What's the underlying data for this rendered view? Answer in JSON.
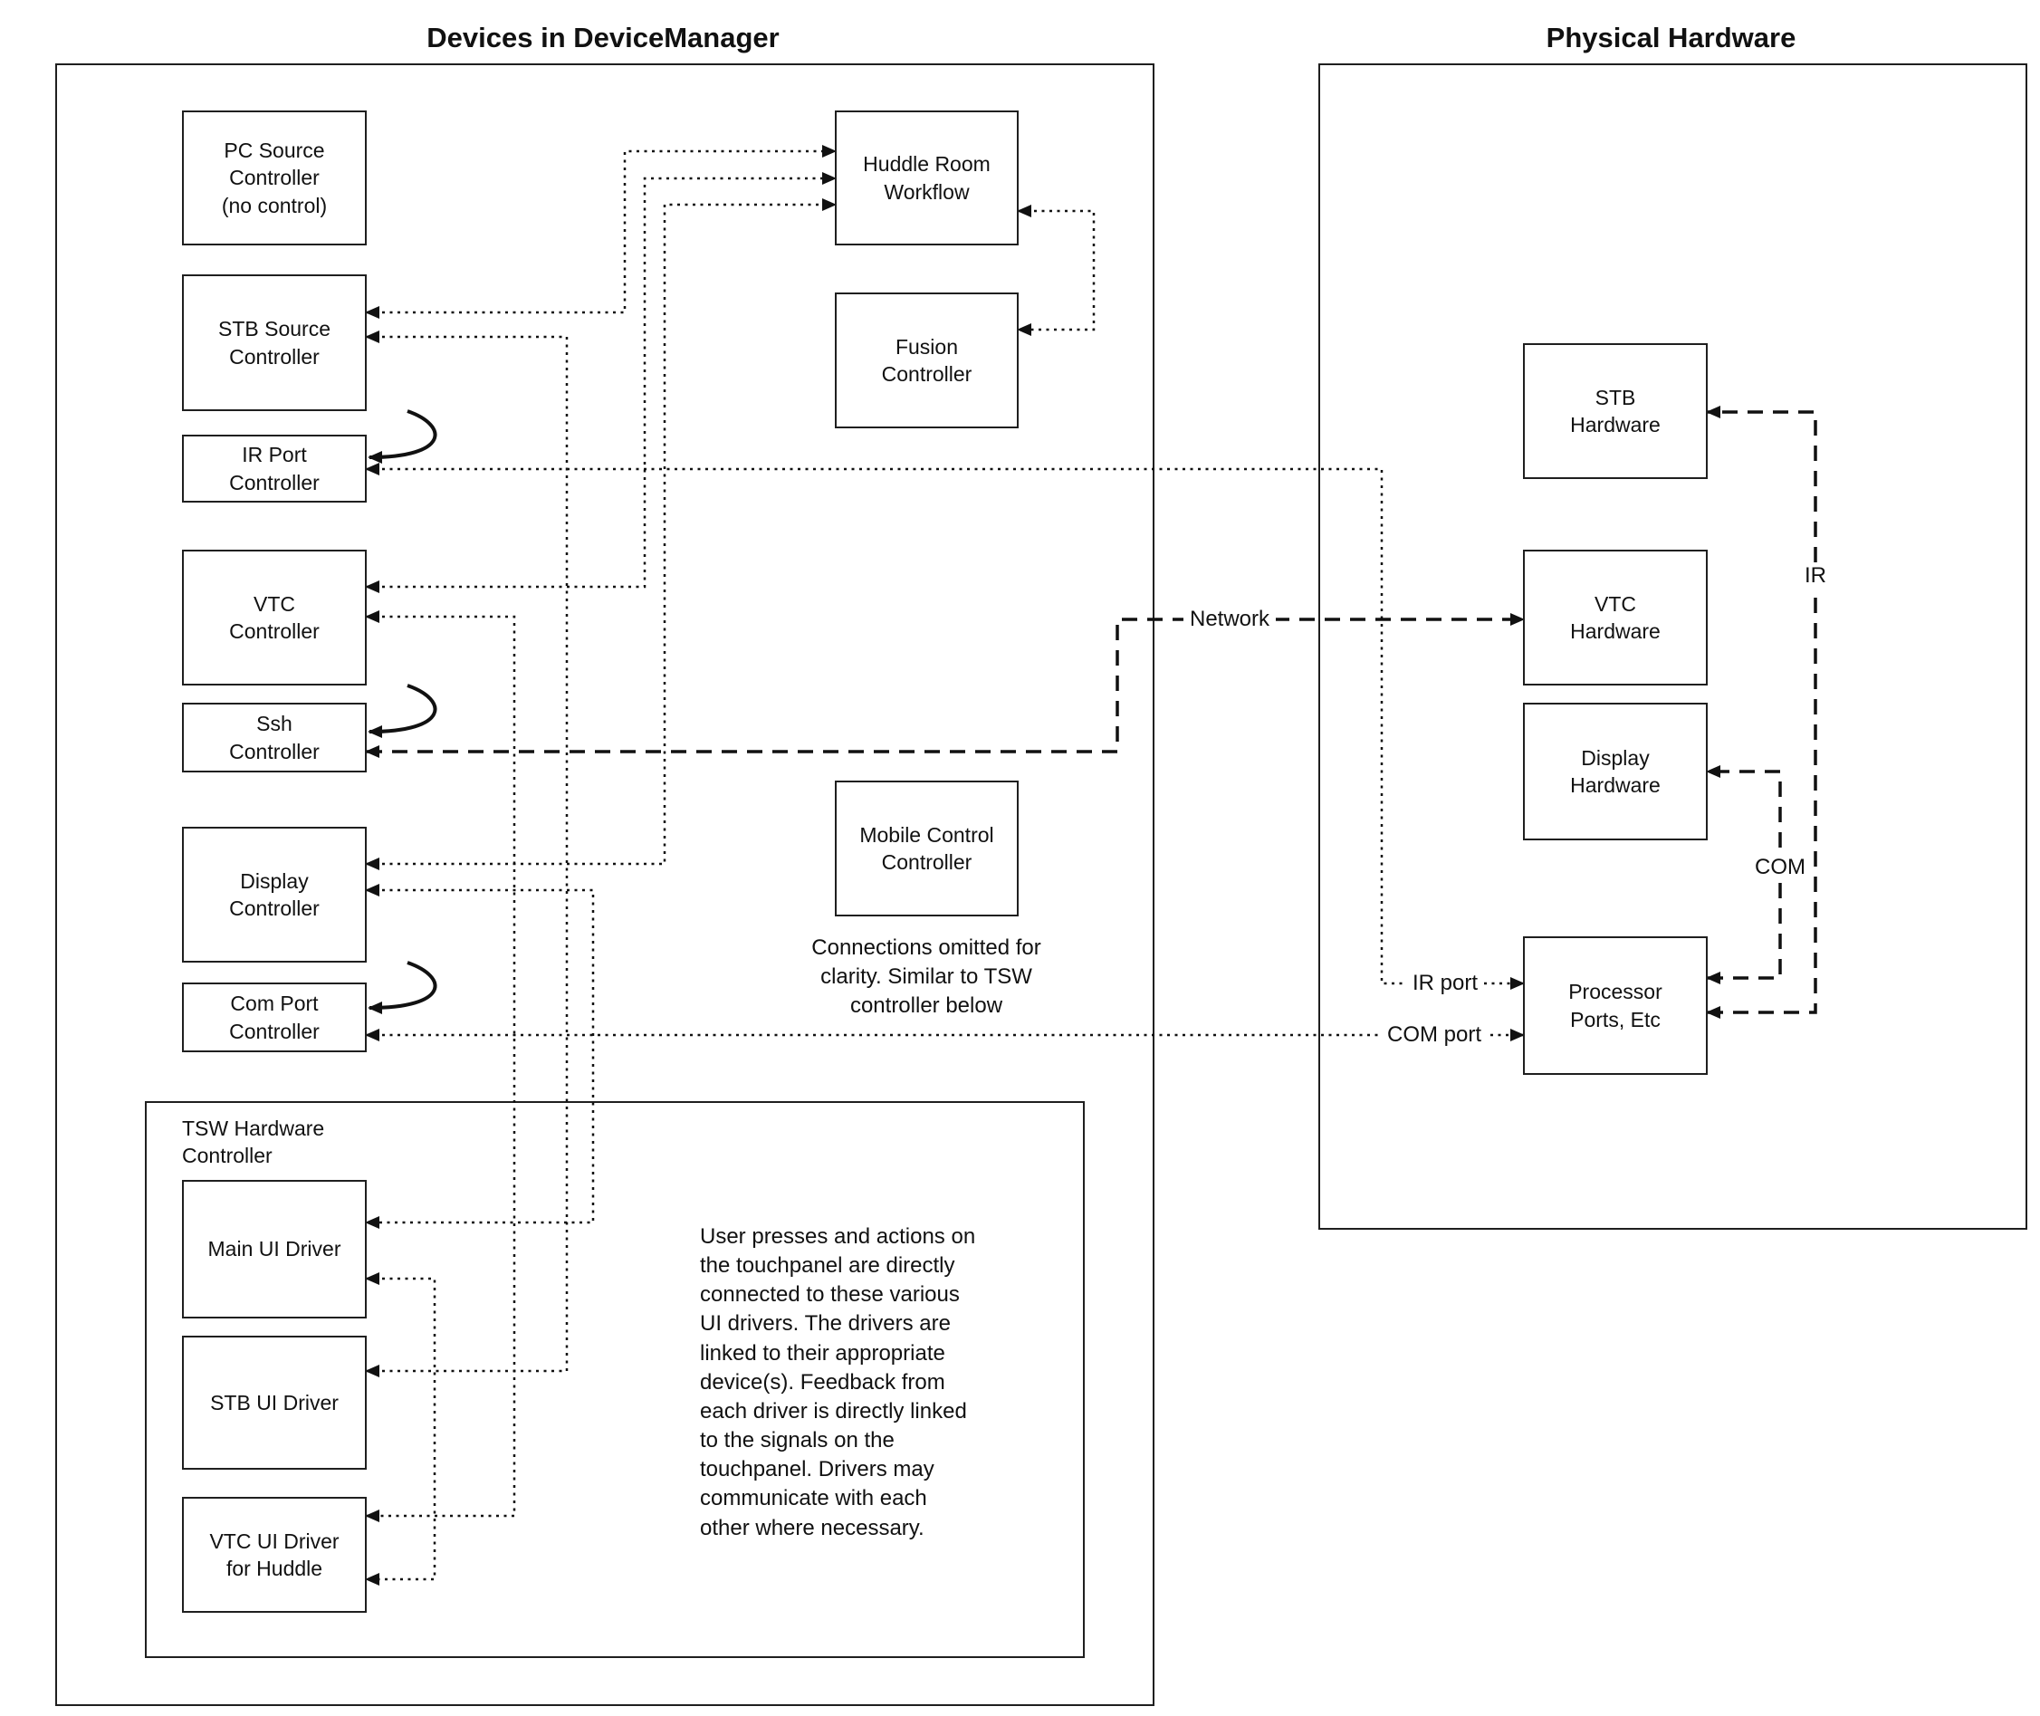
{
  "diagram": {
    "left": {
      "title": "Devices in DeviceManager",
      "boxes": {
        "pc_source": "PC Source\nController\n(no control)",
        "stb_source": "STB Source\nController",
        "ir_port": "IR Port\nController",
        "vtc": "VTC\nController",
        "ssh": "Ssh\nController",
        "display": "Display\nController",
        "com_port": "Com Port\nController",
        "huddle": "Huddle Room\nWorkflow",
        "fusion": "Fusion\nController",
        "mobile": "Mobile Control\nController"
      },
      "note": "Connections omitted for\nclarity. Similar to TSW\ncontroller below",
      "tsw": {
        "label": "TSW Hardware\nController",
        "boxes": {
          "main_ui": "Main UI Driver",
          "stb_ui": "STB UI Driver",
          "vtc_ui": "VTC UI Driver\nfor Huddle"
        },
        "note": "User presses and actions on\nthe touchpanel are directly\nconnected to these various\nUI drivers.  The drivers are\nlinked to their appropriate\ndevice(s). Feedback from\neach driver is directly linked\nto the signals on the\ntouchpanel. Drivers may\ncommunicate with each\nother where necessary."
      }
    },
    "right": {
      "title": "Physical Hardware",
      "boxes": {
        "stb_hw": "STB\nHardware",
        "vtc_hw": "VTC\nHardware",
        "display_hw": "Display\nHardware",
        "processor": "Processor\nPorts, Etc"
      }
    },
    "labels": {
      "network": "Network",
      "ir": "IR",
      "com": "COM",
      "ir_port": "IR port",
      "com_port": "COM port"
    }
  }
}
